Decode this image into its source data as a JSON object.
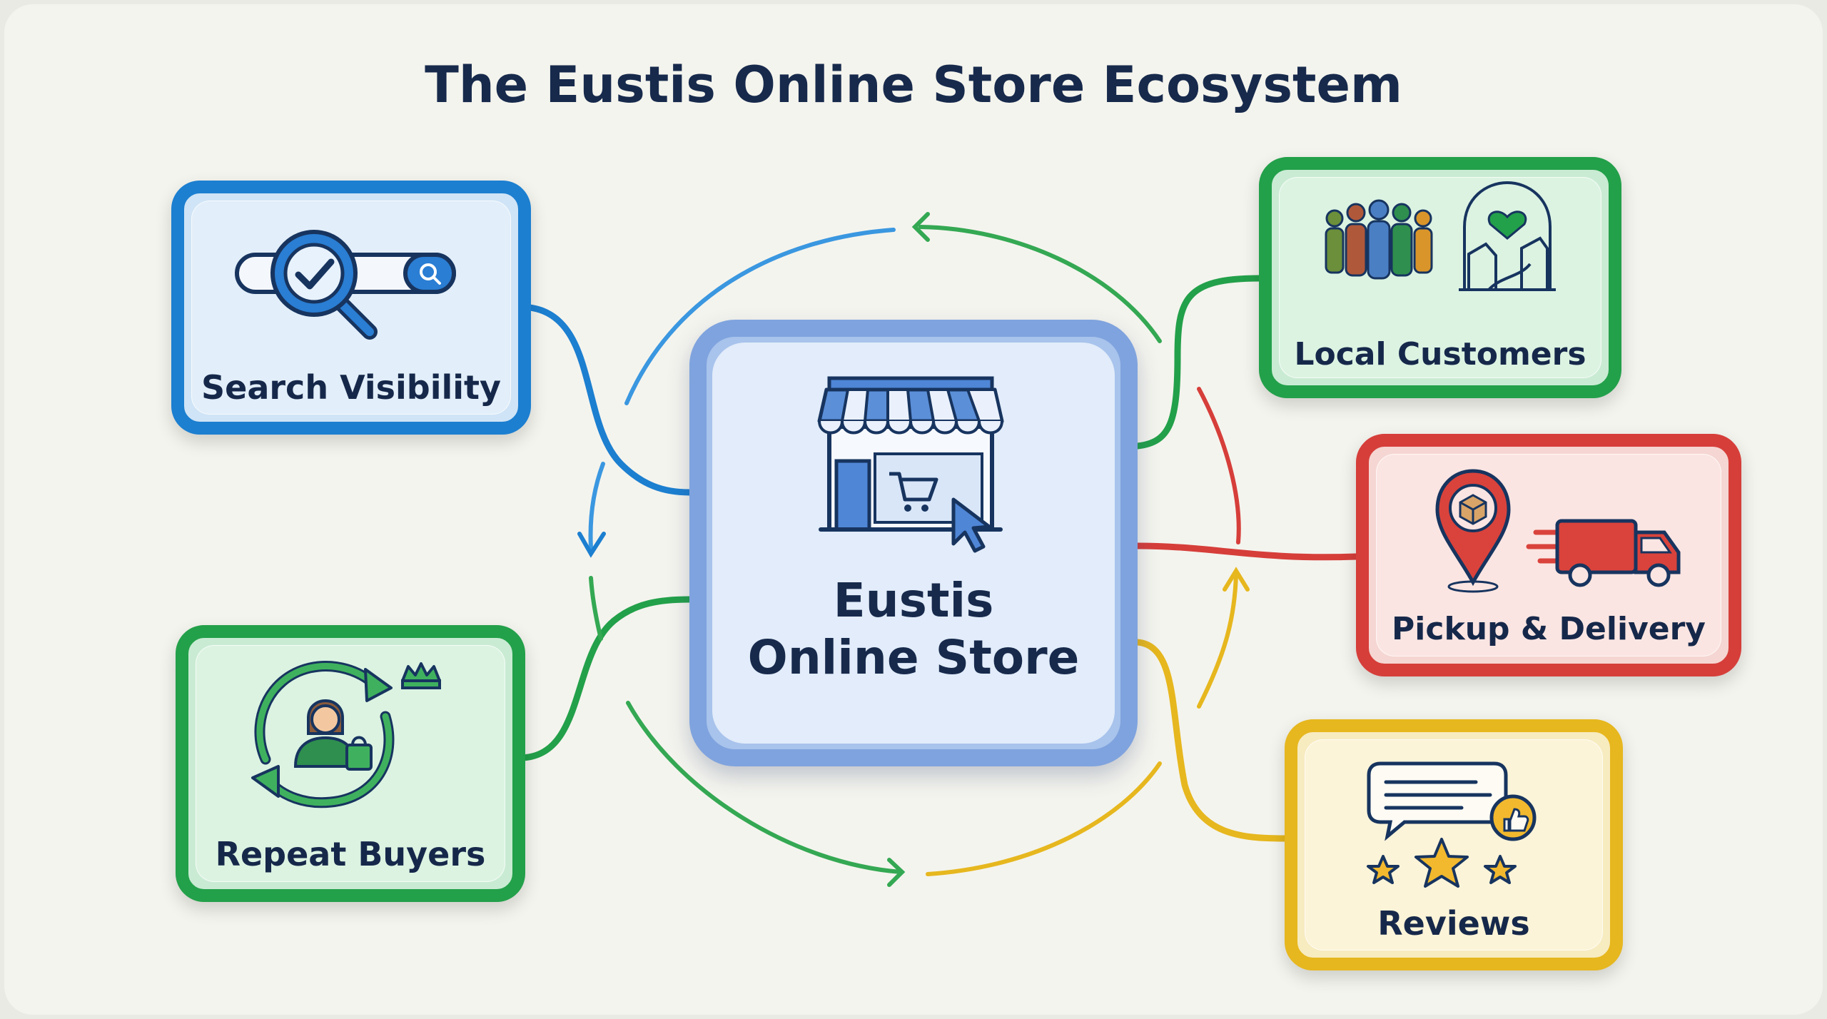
{
  "diagram": {
    "title": "The Eustis Online Store Ecosystem",
    "center": {
      "line1": "Eustis",
      "line2": "Online Store",
      "icon": "storefront-cart-icon"
    },
    "nodes": {
      "search_visibility": {
        "label": "Search Visibility",
        "icon": "search-bar-magnifier-check-icon",
        "color": "#1c7fd0"
      },
      "local_customers": {
        "label": "Local Customers",
        "icon": "people-group-town-heart-icon",
        "color": "#23a04a"
      },
      "pickup_delivery": {
        "label": "Pickup & Delivery",
        "icon": "location-pin-delivery-truck-icon",
        "color": "#d63e3a"
      },
      "reviews": {
        "label": "Reviews",
        "icon": "chat-thumbs-up-stars-icon",
        "color": "#e6b71e"
      },
      "repeat_buyers": {
        "label": "Repeat Buyers",
        "icon": "cycle-shopper-crown-icon",
        "color": "#23a04a"
      }
    }
  }
}
